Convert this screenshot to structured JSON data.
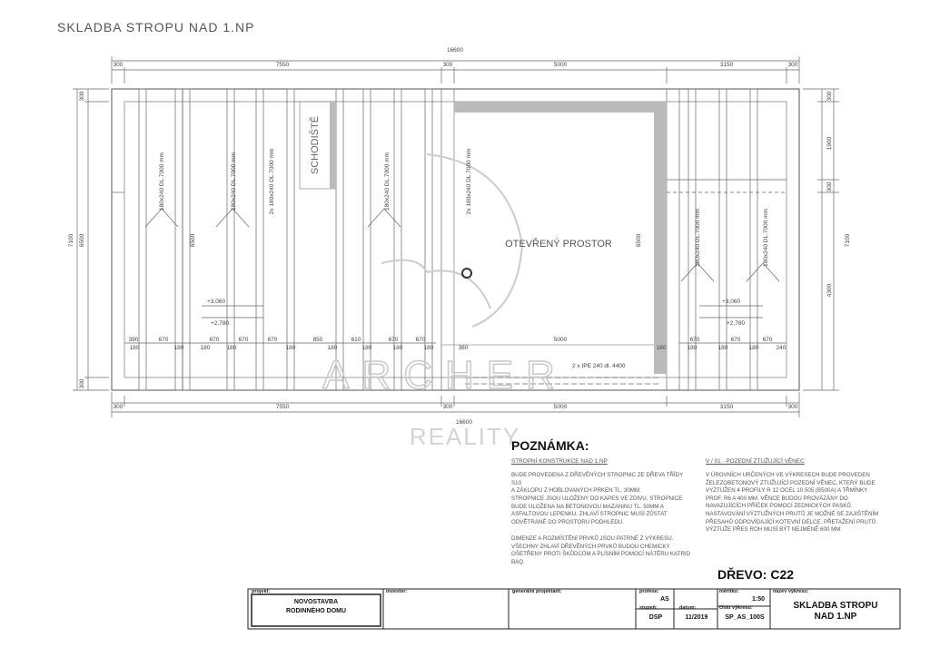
{
  "sheet": {
    "title": "SKLADBA STROPU NAD 1.NP",
    "watermark": {
      "brand": "ARCHER",
      "sub": "REALITY"
    }
  },
  "plan": {
    "top_total": "16600",
    "top_dims": [
      "300",
      "7550",
      "300",
      "5000",
      "3150",
      "300"
    ],
    "bottom_total": "16600",
    "bottom_dims": [
      "300",
      "7550",
      "300",
      "5000",
      "3150",
      "300"
    ],
    "left_dims": [
      "300",
      "6500",
      "300"
    ],
    "left_total": "7100",
    "right_dims": [
      "300",
      "1900",
      "300",
      "4300"
    ],
    "right_total": "7100",
    "inner_height": "6500",
    "inner_height_right": "6500",
    "stair_label": "SCHODIŠTĚ",
    "open_space_label": "OTEVŘENÝ PROSTOR",
    "open_space_width": "5000",
    "beam_note": "2 x IPE 240 dl. 4400",
    "beam_labels": [
      "180x240 DL.7000 mm",
      "180x240 DL.7000 mm",
      "2x 180x240 DL.7000 mm",
      "180x240 DL.7000 mm",
      "2x 180x240 DL.7000 mm",
      "180x240 DL.7000 mm",
      "180x240 DL.7000 mm"
    ],
    "level_upper": "+3,060",
    "level_lower": "+2,780",
    "spacing_left": [
      "390",
      "670",
      "670",
      "670",
      "670",
      "610",
      "670",
      "670"
    ],
    "spacing_left_bottom": [
      "180",
      "180",
      "180",
      "180",
      "180",
      "850",
      "180",
      "180",
      "180",
      "180",
      "360"
    ],
    "spacing_right": [
      "670",
      "670",
      "670"
    ],
    "spacing_right_bottom": [
      "180",
      "180",
      "180",
      "180",
      "240"
    ]
  },
  "notes": {
    "heading": "POZNÁMKA:",
    "col1_title": "STROPNÍ KONSTRUKCE NAD 1.NP",
    "col1_p1": "BUDE PROVEDENA Z DŘEVĚNÝCH STROPNIC ZE DŘEVA TŘÍDY S10\nA ZÁKLOPU Z HOBLOVANÝCH PRKEN TL. 30MM.",
    "col1_p2": "STROPNICE JSOU ULOŽENY DO KAPES VE ZDIVU, STROPNICE\nBUDE ULOŽENA NA BETONOVOU MAZANINU TL. 50MM A\nASFALTOVOU LEPENKU. ZHLAVÍ STROPNIC MUSÍ ZŮSTAT\nODVĚTRANÉ DO PROSTORU PODHLEDU.",
    "col1_p3": "DIMENZE A ROZMÍSTĚNÍ PRVKŮ JSOU PATRNÉ Z VÝKRESU.\nVŠECHNY ZHLAVÍ DŘEVĚNÝCH PRVKŮ BUDOU CHEMICKY\nOŠETŘENY PROTI ŠKŮDCŮM A PLÍSNÍM POMOCÍ NÁTĚRU KATRID\nBAQ.",
    "col2_title": "V / 01 - POZEDNÍ ZTUŽUJÍCÍ VĚNEC",
    "col2_p1": "V ÚROVNÍCH URČENÝCH VE VÝKRESECH BUDE PROVEDEN\nŽELEZOBETONOVÝ ZTUŽUJÍCÍ POZEDNÍ VĚNEC, KTERÝ  BUDE\nVYZTUŽEN 4 PROFILY R 12 OCEL 10 505 (B500A)  A TŘMÍNKY\nPROF. R6 A 400 MM. VĚNCE  BUDOU  PROVÁZÁNY  DO\nNAVAZUJÍCÍCH  PŘÍČEK  POMOCÍ ZEDNICKÝCH PASKŮ.\nNASTAVOVÁNÍ VÝZTUŽNÝCH PRUTŮ JE MOŽNÉ SE ZAJIŠTĚNÍM\nPŘESAHŮ ODPOVÍDAJÍCÍ KOTEVNÍ DÉLCE. PŘETAŽENÍ PRUTŮ\nVÝZTUŽE PŘES ROH MUSÍ BÝT NEJMÉNĚ 600 MM."
  },
  "material": "DŘEVO: C22",
  "title_block": {
    "project_label": "projekt:",
    "project_value_1": "NOVOSTAVBA",
    "project_value_2": "RODINNÉHO DOMU",
    "investor_label": "investor:",
    "designer_label": "generální projektant:",
    "profession_label": "profese:",
    "profession_value": "AS",
    "stage_label": "stupeň:",
    "stage_value": "DSP",
    "date_label": "datum:",
    "date_value": "11/2019",
    "scale_label": "měřítko:",
    "scale_value": "1:50",
    "drawing_no_label": "číslo výkresu:",
    "drawing_no_value": "SP_AS_100S",
    "drawing_name_label": "název výkresu:",
    "drawing_name_1": "SKLADBA STROPU",
    "drawing_name_2": "NAD 1.NP"
  }
}
